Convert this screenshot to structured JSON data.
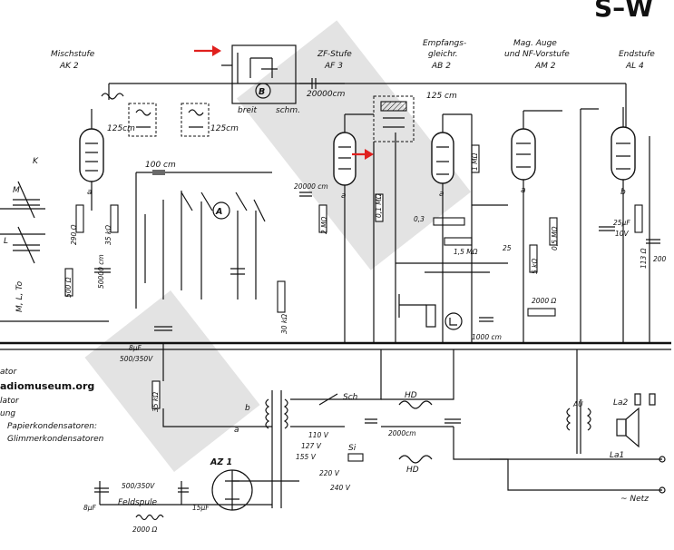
{
  "corner_title": "S–W",
  "stages": {
    "mischstufe": {
      "name": "Mischstufe",
      "tube": "AK 2"
    },
    "zf": {
      "name": "ZF-Stufe",
      "tube": "AF 3"
    },
    "empfang": {
      "name_line1": "Empfangs-",
      "name_line2": "gleichr.",
      "tube": "AB 2"
    },
    "magauge": {
      "name_line1": "Mag. Auge",
      "name_line2": "und NF-Vorstufe",
      "tube": "AM 2"
    },
    "endstufe": {
      "name": "Endstufe",
      "tube": "AL 4"
    }
  },
  "switch_b": {
    "letter": "B",
    "breit": "breit",
    "schm": "schm."
  },
  "markers": {
    "a": "A"
  },
  "components": {
    "c_20000cm": "20000cm",
    "c_125cm_a": "125cm",
    "c_125cm_b": "125cm",
    "c_125cm_c": "125 cm",
    "c_100cm": "100 cm",
    "c_20000_zf": "20000 cm",
    "c_200": "200",
    "c_25uf": "25µF",
    "c_10v": "10V",
    "c_8uf": "8µF",
    "c_500_350": "500/350V",
    "c_15uf": "15µF",
    "c_2000cm": "2000cm",
    "r_290": "290 Ω",
    "r_35k": "35 kΩ",
    "r_50000": "50000 cm",
    "r_500": "500 Ω",
    "r_30k": "30 kΩ",
    "r_2m": "2 MΩ",
    "r_1m": "1 MΩ",
    "r_05m": "0,5 MΩ",
    "r_15m": "1,5 MΩ",
    "r_01m": "0,1 MΩ",
    "r_03": "0,3",
    "r_5k": "5 kΩ",
    "r_25": "25",
    "r_2000": "2000 Ω",
    "r_113": "113 Ω",
    "c_1000cm": "1000 cm"
  },
  "power": {
    "az1": "AZ 1",
    "hd1": "HD",
    "hd2": "HD",
    "sch": "Sch",
    "v110": "110 V",
    "v127": "127 V",
    "v155": "155 V",
    "v220": "220 V",
    "v240": "240 V",
    "si": "Si",
    "netz": "~ Netz",
    "feldspule": "Feldspule",
    "feld_r": "2000 Ω",
    "au": "AÜ",
    "la1": "La1",
    "la2": "La2",
    "a": "a",
    "b": "b"
  },
  "legend": {
    "l1": "ator",
    "site": "adiomuseum.org",
    "l2": "lator",
    "l3": "ung",
    "l4": "Papierkondensatoren:",
    "l5": "Glimmerkondensatoren"
  },
  "left_labels": {
    "k": "K",
    "m": "M",
    "mlto": "M, L, To",
    "l": "L"
  },
  "colors": {
    "arrow": "#e0201e",
    "ink": "#111111"
  }
}
